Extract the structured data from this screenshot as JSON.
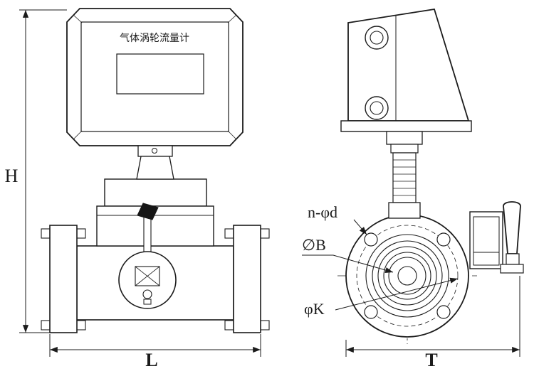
{
  "drawing": {
    "display_title": "气体涡轮流量计",
    "dim_height": "H",
    "dim_length": "L",
    "dim_width": "T",
    "label_bolt_holes": "n-φd",
    "label_bore": "∅B",
    "label_bolt_circle": "φK",
    "line_color": "#1b1b1b",
    "background": "#ffffff"
  }
}
